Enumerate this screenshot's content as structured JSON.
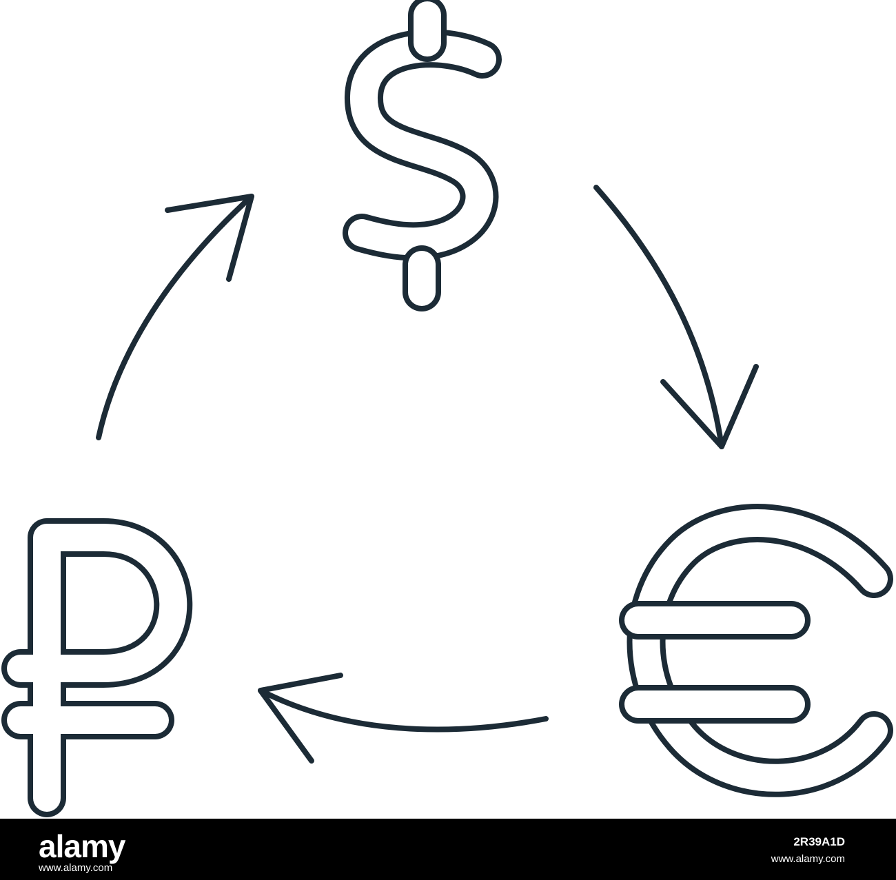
{
  "illustration": {
    "stroke_color": "#1c2b36",
    "background_color": "#ffffff",
    "icons": [
      "dollar-icon",
      "euro-icon",
      "ruble-icon",
      "arrow-icon"
    ]
  },
  "footer": {
    "background_color": "#000000",
    "text_color": "#ffffff",
    "brand": "alamy",
    "url_left": "www.alamy.com",
    "image_id": "2R39A1D",
    "url_right": "www.alamy.com"
  }
}
